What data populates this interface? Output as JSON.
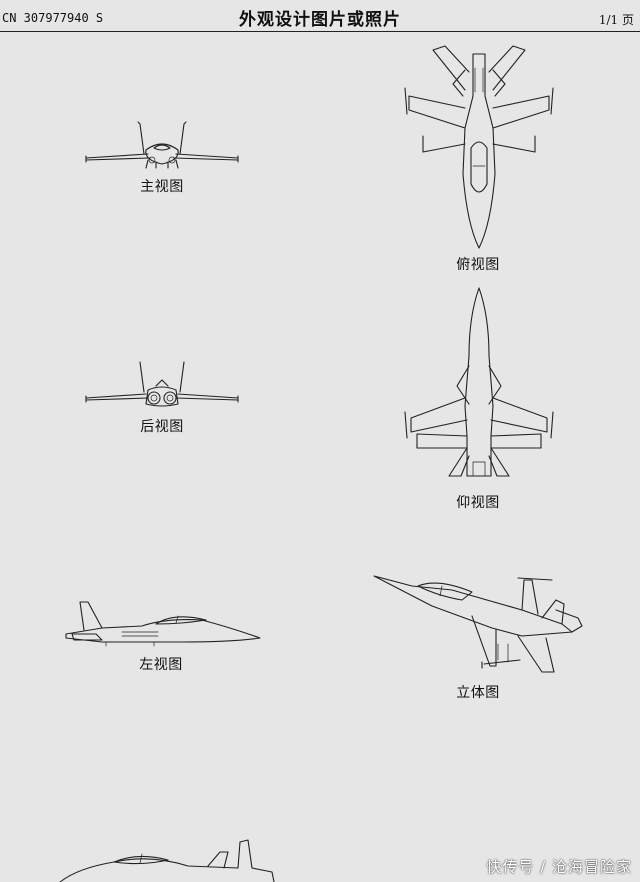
{
  "header": {
    "patent_number": "CN 307977940 S",
    "title": "外观设计图片或照片",
    "page": "1/1 页"
  },
  "views": {
    "front": "主视图",
    "top": "俯视图",
    "rear": "后视图",
    "bottom": "仰视图",
    "left": "左视图",
    "perspective": "立体图"
  },
  "watermark": "快传号 / 沧海冒险家"
}
